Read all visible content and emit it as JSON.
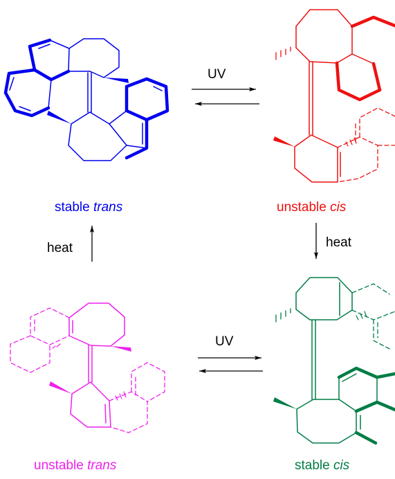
{
  "colors": {
    "stable_trans": "#0000ee",
    "unstable_cis": "#ee1111",
    "stable_cis": "#007d46",
    "unstable_trans": "#ee22ee",
    "arrow": "#000000"
  },
  "labels": {
    "stable_trans": {
      "prefix": "stable ",
      "italic": "trans"
    },
    "unstable_cis": {
      "prefix": "unstable ",
      "italic": "cis"
    },
    "stable_cis": {
      "prefix": "stable ",
      "italic": "cis"
    },
    "unstable_trans": {
      "prefix": "unstable ",
      "italic": "trans"
    }
  },
  "arrows": {
    "uv_top": "UV",
    "uv_bottom": "UV",
    "heat_right": "heat",
    "heat_left": "heat"
  }
}
